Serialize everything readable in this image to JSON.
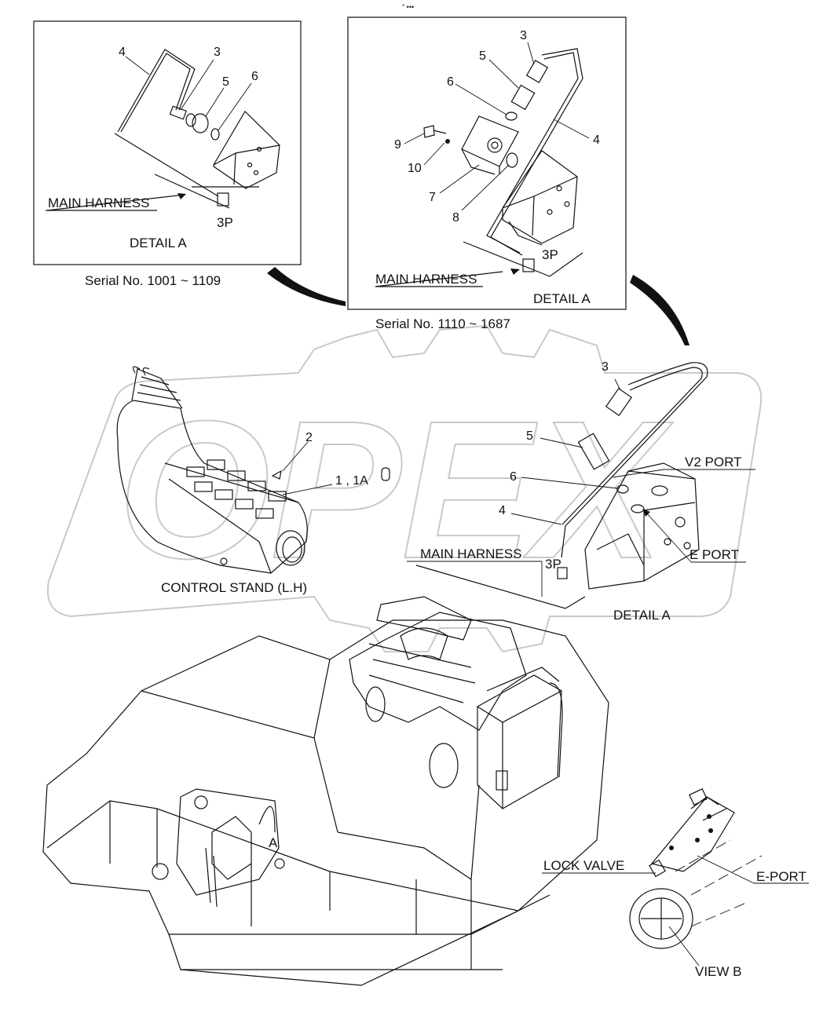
{
  "watermark": {
    "text": "OPEX"
  },
  "top_mark": "″ •••",
  "detail_left": {
    "serial": "Serial No. 1001 ~ 1109",
    "title": "DETAIL  A",
    "harness": "MAIN HARNESS",
    "connector": "3P",
    "parts": [
      "4",
      "3",
      "5",
      "6"
    ]
  },
  "detail_right": {
    "serial": "Serial No. 1110 ~ 1687",
    "title": "DETAIL  A",
    "harness": "MAIN HARNESS",
    "connector": "3P",
    "parts": [
      "3",
      "5",
      "6",
      "4",
      "9",
      "10",
      "7",
      "8"
    ]
  },
  "control_stand": {
    "title": "CONTROL STAND (L.H)",
    "part_2": "2",
    "part_1": "1 , 1A"
  },
  "detail_main": {
    "title": "DETAIL  A",
    "harness": "MAIN HARNESS",
    "connector": "3P",
    "v2_port": "V2 PORT",
    "e_port": "E PORT",
    "parts": [
      "3",
      "5",
      "6",
      "4"
    ]
  },
  "machine": {
    "ref_a": "A"
  },
  "view_b": {
    "title": "VIEW  B",
    "lock_valve": "LOCK VALVE",
    "e_port": "E-PORT"
  }
}
